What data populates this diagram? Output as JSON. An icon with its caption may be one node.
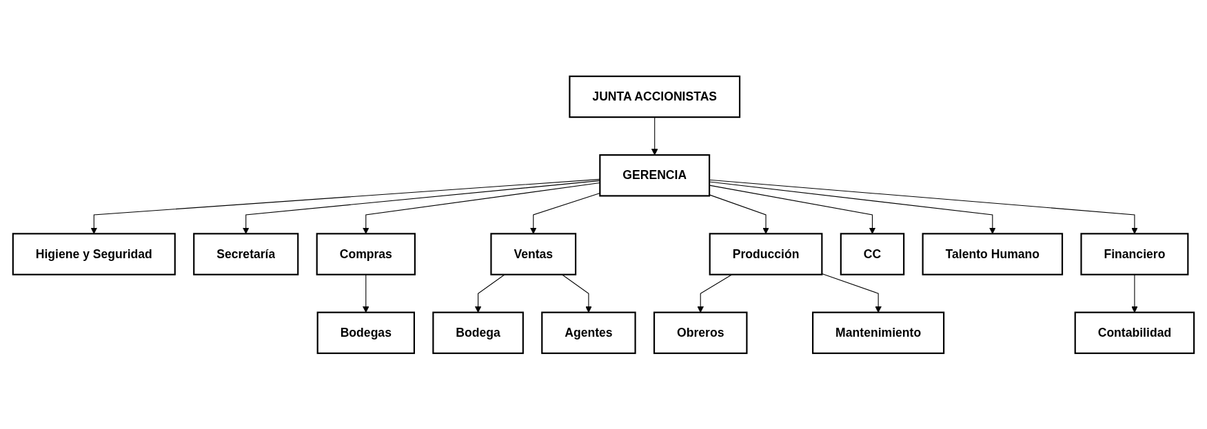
{
  "diagram": {
    "nodes": [
      {
        "text": [
          "JUNTA ACCIONISTAS"
        ]
      },
      {
        "text": [
          "GERENCIA"
        ]
      },
      {
        "text": [
          "Higiene y Seguridad"
        ]
      },
      {
        "text": [
          "Secretaría"
        ]
      },
      {
        "text": [
          "Compras"
        ]
      },
      {
        "text": [
          "Ventas"
        ]
      },
      {
        "text": [
          "Producción"
        ]
      },
      {
        "text": [
          "CC"
        ]
      },
      {
        "text": [
          "Talento Humano"
        ]
      },
      {
        "text": [
          "Financiero"
        ]
      },
      {
        "text": [
          "Bodegas"
        ]
      },
      {
        "text": [
          "Bodega"
        ]
      },
      {
        "text": [
          "Agentes"
        ]
      },
      {
        "text": [
          "Obreros"
        ]
      },
      {
        "text": [
          "Mantenimiento"
        ]
      },
      {
        "text": [
          "Contabilidad"
        ]
      }
    ],
    "edges": [
      {
        "from": 0,
        "to": 1,
        "arrow": "to"
      },
      {
        "from": 1,
        "to": 2,
        "arrow": "to"
      },
      {
        "from": 1,
        "to": 3,
        "arrow": "to"
      },
      {
        "from": 1,
        "to": 4,
        "arrow": "to"
      },
      {
        "from": 1,
        "to": 5,
        "arrow": "to"
      },
      {
        "from": 1,
        "to": 6,
        "arrow": "to"
      },
      {
        "from": 1,
        "to": 7,
        "arrow": "to"
      },
      {
        "from": 1,
        "to": 8,
        "arrow": "to"
      },
      {
        "from": 1,
        "to": 9,
        "arrow": "to"
      },
      {
        "from": 4,
        "to": 10,
        "arrow": "to"
      },
      {
        "from": 5,
        "to": 11,
        "arrow": "to"
      },
      {
        "from": 5,
        "to": 12,
        "arrow": "to"
      },
      {
        "from": 6,
        "to": 13,
        "arrow": "to"
      },
      {
        "from": 6,
        "to": 14,
        "arrow": "to"
      },
      {
        "from": 9,
        "to": 15,
        "arrow": "to"
      }
    ]
  }
}
